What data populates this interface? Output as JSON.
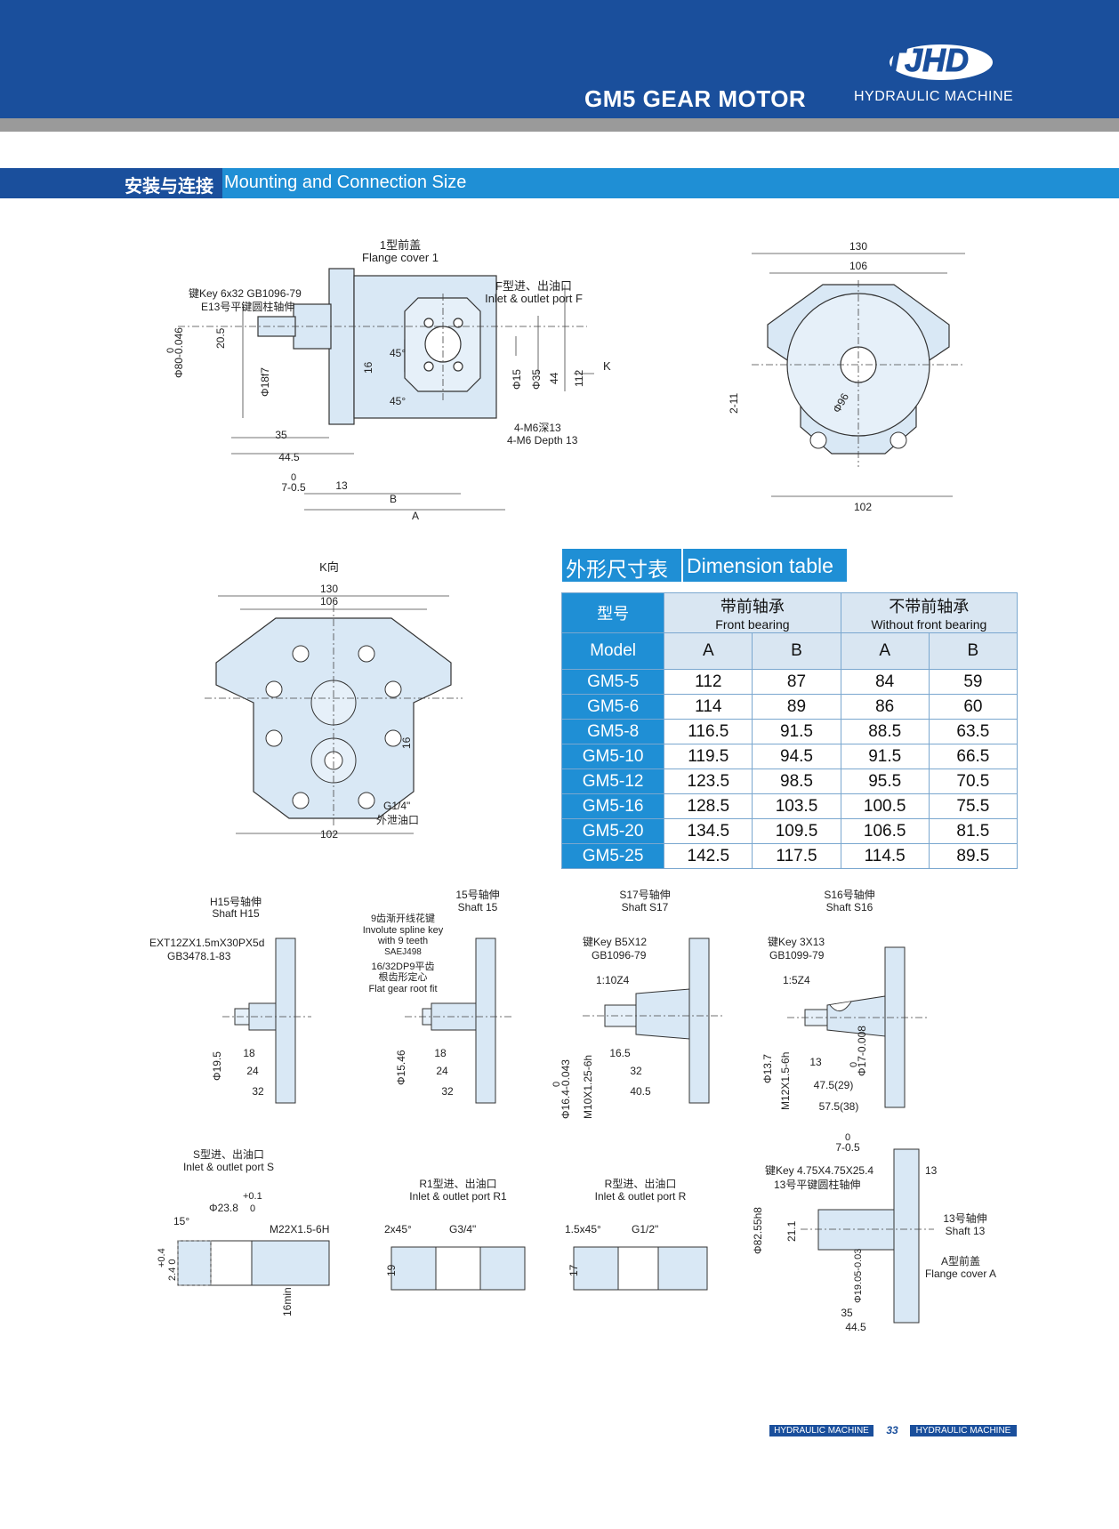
{
  "header": {
    "logo": "TJHD",
    "title": "GM5 GEAR MOTOR",
    "subtitle": "HYDRAULIC MACHINE"
  },
  "section": {
    "cn": "安装与连接",
    "en": "Mounting and Connection Size"
  },
  "main_view": {
    "flange_cover_cn": "1型前盖",
    "flange_cover_en": "Flange cover 1",
    "key_en": "键Key 6x32 GB1096-79",
    "key_cn": "E13号平键圆柱轴伸",
    "port_cn": "F型进、出油口",
    "port_en": "Inlet & outlet port F",
    "k_label": "K",
    "dia80_a": "0",
    "dia80_b": "Φ80-0.046",
    "d205": "20.5",
    "d18": "Φ18f7",
    "d16": "16",
    "a45a": "45°",
    "a45b": "45°",
    "d15": "Φ15",
    "d35": "Φ35",
    "d44": "44",
    "d112": "112",
    "m6_cn": "4-M6深13",
    "m6_en": "4-M6 Depth 13",
    "d35h": "35",
    "d445": "44.5",
    "d7a": "0",
    "d7b": "7-0.5",
    "d13": "13",
    "b": "B",
    "a": "A"
  },
  "side_view": {
    "d130": "130",
    "d106": "106",
    "d211": "2-11",
    "d96": "Φ96",
    "d102": "102"
  },
  "k_view": {
    "title": "K向",
    "d130": "130",
    "d106": "106",
    "d16": "16",
    "g14": "G1/4\"",
    "drain": "外泄油口",
    "d102": "102"
  },
  "dim_table": {
    "title_cn": "外形尺寸表",
    "title_en": "Dimension table",
    "model_cn": "型号",
    "model_en": "Model",
    "front_cn": "带前轴承",
    "front_en": "Front bearing",
    "nofront_cn": "不带前轴承",
    "nofront_en": "Without front bearing",
    "col_a1": "A",
    "col_b1": "B",
    "col_a2": "A",
    "col_b2": "B",
    "rows": [
      {
        "model": "GM5-5",
        "a": "112",
        "b": "87",
        "a2": "84",
        "b2": "59"
      },
      {
        "model": "GM5-6",
        "a": "114",
        "b": "89",
        "a2": "86",
        "b2": "60"
      },
      {
        "model": "GM5-8",
        "a": "116.5",
        "b": "91.5",
        "a2": "88.5",
        "b2": "63.5"
      },
      {
        "model": "GM5-10",
        "a": "119.5",
        "b": "94.5",
        "a2": "91.5",
        "b2": "66.5"
      },
      {
        "model": "GM5-12",
        "a": "123.5",
        "b": "98.5",
        "a2": "95.5",
        "b2": "70.5"
      },
      {
        "model": "GM5-16",
        "a": "128.5",
        "b": "103.5",
        "a2": "100.5",
        "b2": "75.5"
      },
      {
        "model": "GM5-20",
        "a": "134.5",
        "b": "109.5",
        "a2": "106.5",
        "b2": "81.5"
      },
      {
        "model": "GM5-25",
        "a": "142.5",
        "b": "117.5",
        "a2": "114.5",
        "b2": "89.5"
      }
    ]
  },
  "shafts": {
    "h15": {
      "cn": "H15号轴伸",
      "en": "Shaft H15",
      "spec1": "EXT12ZX1.5mX30PX5d",
      "spec2": "GB3478.1-83",
      "d1": "18",
      "d2": "24",
      "d3": "32",
      "dia": "Φ19.5"
    },
    "s15": {
      "cn": "15号轴伸",
      "en": "Shaft 15",
      "note1": "9齿渐开线花键",
      "note2": "Involute spline key",
      "note3": "with 9 teeth",
      "note4": "SAEJ498",
      "note5": "16/32DP9平齿",
      "note6": "根齿形定心",
      "note7": "Flat gear root fit",
      "d1": "18",
      "d2": "24",
      "d3": "32",
      "dia": "Φ15.46"
    },
    "s17": {
      "cn": "S17号轴伸",
      "en": "Shaft S17",
      "key1": "键Key B5X12",
      "key2": "GB1096-79",
      "taper": "1:10Z4",
      "d1": "16.5",
      "d2": "32",
      "d3": "40.5",
      "dia_a": "0",
      "dia_b": "Φ16.4-0.043",
      "thread": "M10X1.25-6h"
    },
    "s16": {
      "cn": "S16号轴伸",
      "en": "Shaft S16",
      "key1": "键Key 3X13",
      "key2": "GB1099-79",
      "taper": "1:5Z4",
      "d1": "13",
      "d2": "47.5(29)",
      "d3": "57.5(38)",
      "dia": "Φ13.7",
      "dia2a": "0",
      "dia2b": "Φ17-0.008",
      "thread": "M12X1.5-6h"
    }
  },
  "ports": {
    "s": {
      "cn": "S型进、出油口",
      "en": "Inlet & outlet port S",
      "tol_a": "+0.1",
      "tol_b": "0",
      "dia": "Φ23.8",
      "ang": "15°",
      "thread": "M22X1.5-6H",
      "dep_a": "+0.4",
      "dep_b": "2.4  0",
      "min": "16min"
    },
    "r1": {
      "cn": "R1型进、出油口",
      "en": "Inlet & outlet port R1",
      "chamfer": "2x45°",
      "thread": "G3/4\"",
      "depth": "19"
    },
    "r": {
      "cn": "R型进、出油口",
      "en": "Inlet & outlet port R",
      "chamfer": "1.5x45°",
      "thread": "G1/2\"",
      "depth": "17"
    }
  },
  "shaft13": {
    "top_a": "0",
    "top_b": "7-0.5",
    "key1": "键Key 4.75X4.75X25.4",
    "key2": "13号平键圆柱轴伸",
    "d13": "13",
    "dia_flange": "Φ82.55h8",
    "d211": "21.1",
    "dia_shaft": "Φ19.05-0.03",
    "d35": "35",
    "d445": "44.5",
    "name_cn": "13号轴伸",
    "name_en": "Shaft 13",
    "cover_cn": "A型前盖",
    "cover_en": "Flange cover A"
  },
  "footer": {
    "left": "HYDRAULIC MACHINE",
    "page": "33",
    "right": "HYDRAULIC MACHINE"
  }
}
